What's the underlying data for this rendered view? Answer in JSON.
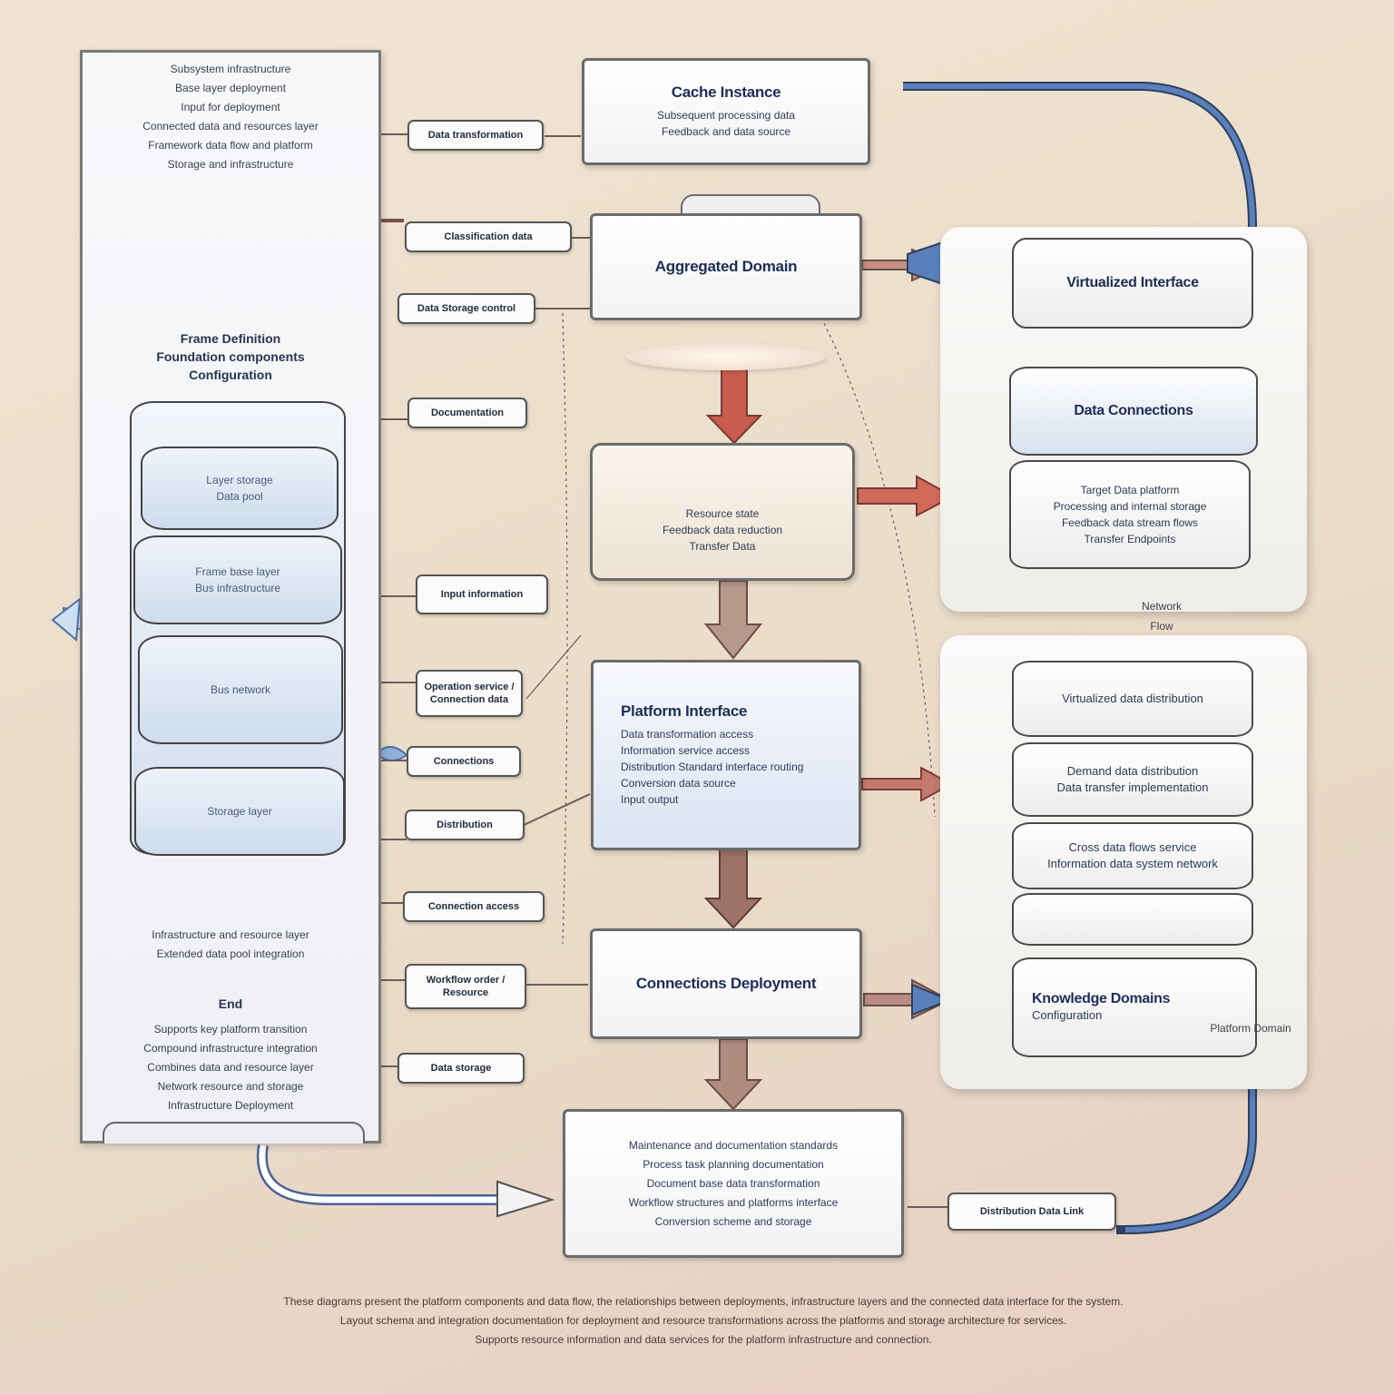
{
  "left_panel": {
    "top_text": [
      "Subsystem infrastructure",
      "Base layer deployment",
      "Input for deployment",
      "Connected data and resources layer",
      "Framework data flow and platform",
      "Storage and infrastructure"
    ],
    "mid_title": [
      "Frame Definition",
      "Foundation components",
      "Configuration"
    ],
    "cylinders": [
      [
        "Layer storage",
        "Data pool"
      ],
      [
        "Frame base layer",
        "Bus infrastructure"
      ],
      [
        "",
        "Bus network"
      ],
      [
        "Storage layer"
      ]
    ],
    "bottom_text": [
      "Infrastructure and resource layer",
      "Extended data pool integration"
    ],
    "end_title": "End",
    "end_text": [
      "Supports key platform transition",
      "Compound infrastructure integration",
      "Combines data and resource layer",
      "Network resource and storage",
      "Infrastructure Deployment"
    ]
  },
  "tags": [
    "Data transformation",
    "Classification data",
    "Data Storage control",
    "Documentation",
    "Input information",
    "Operation service / Connection data",
    "Connections",
    "Distribution",
    "Connection access",
    "Workflow order / Resource",
    "Data storage"
  ],
  "center_boxes": {
    "top": {
      "title": "Cache Instance",
      "body": [
        "Subsequent processing data",
        "Feedback and data source"
      ]
    },
    "second": {
      "title": "Aggregated Domain"
    },
    "third": {
      "body": [
        "Resource state",
        "Feedback data reduction",
        "Transfer Data"
      ]
    },
    "fourth": {
      "title": "Platform Interface",
      "body": [
        "Data transformation access",
        "Information service access",
        "Distribution Standard interface routing",
        "Conversion data source",
        "Input output"
      ]
    },
    "fifth": {
      "title": "Connections Deployment"
    },
    "bottom": {
      "body": [
        "Maintenance and documentation standards",
        "Process task planning documentation",
        "Document base data transformation",
        "Workflow structures and platforms interface",
        "Conversion scheme and storage"
      ]
    }
  },
  "right_top": {
    "header": "Virtualized Interface",
    "card_title": "Data Connections",
    "card_body": [
      "Target Data platform",
      "Processing and internal storage",
      "Feedback data stream flows",
      "Transfer Endpoints"
    ]
  },
  "right_note": [
    "Network",
    "Flow"
  ],
  "right_bottom": {
    "cards": [
      [
        "Virtualized data distribution"
      ],
      [
        "Demand data distribution",
        "Data transfer implementation"
      ],
      [
        "Cross data flows service",
        "Information data system network"
      ],
      [],
      [
        "Knowledge Domains",
        "Configuration"
      ]
    ],
    "note": "Platform Domain"
  },
  "bottom_tag": "Distribution Data Link",
  "footer": [
    "These diagrams present the platform components and data flow, the relationships between deployments, infrastructure layers and the connected data interface for the system.",
    "Layout schema and integration documentation for deployment and resource transformations across the platforms and storage architecture for services.",
    "Supports resource information and data services for the platform infrastructure and connection."
  ],
  "colors": {
    "blue_connector": "#4b6ea6",
    "red_arrow": "#c85c4e",
    "brown_arrow": "#9c7366",
    "line": "#6b5e5a"
  }
}
